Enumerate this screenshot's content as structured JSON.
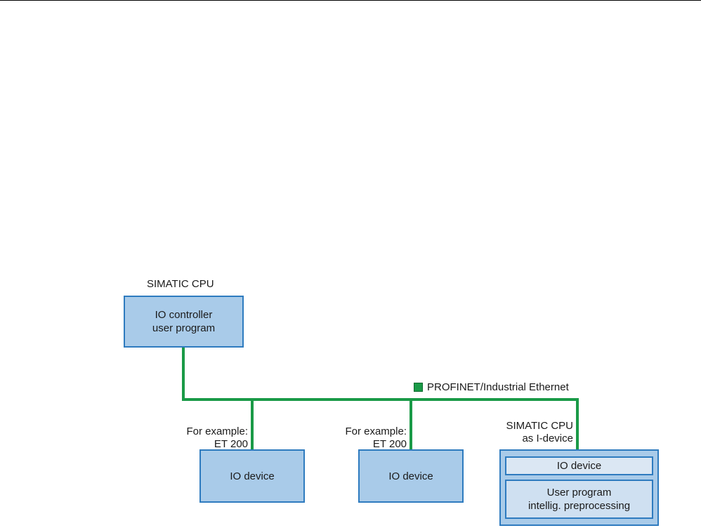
{
  "colors": {
    "network_line": "#1a9a47",
    "box_fill": "#a9cbe9",
    "box_border": "#2e7bbf",
    "inner_fill": "#dbe7f3"
  },
  "controller": {
    "caption": "SIMATIC CPU",
    "line1": "IO controller",
    "line2": "user program"
  },
  "network": {
    "legend_label": "PROFINET/Industrial Ethernet"
  },
  "devices": [
    {
      "caption_line1": "For example:",
      "caption_line2": "ET 200",
      "label": "IO device"
    },
    {
      "caption_line1": "For example:",
      "caption_line2": "ET 200",
      "label": "IO device"
    }
  ],
  "idevice": {
    "caption_line1": "SIMATIC CPU",
    "caption_line2": "as I-device",
    "top_label": "IO device",
    "program_line1": "User program",
    "program_line2": "intellig. preprocessing"
  }
}
